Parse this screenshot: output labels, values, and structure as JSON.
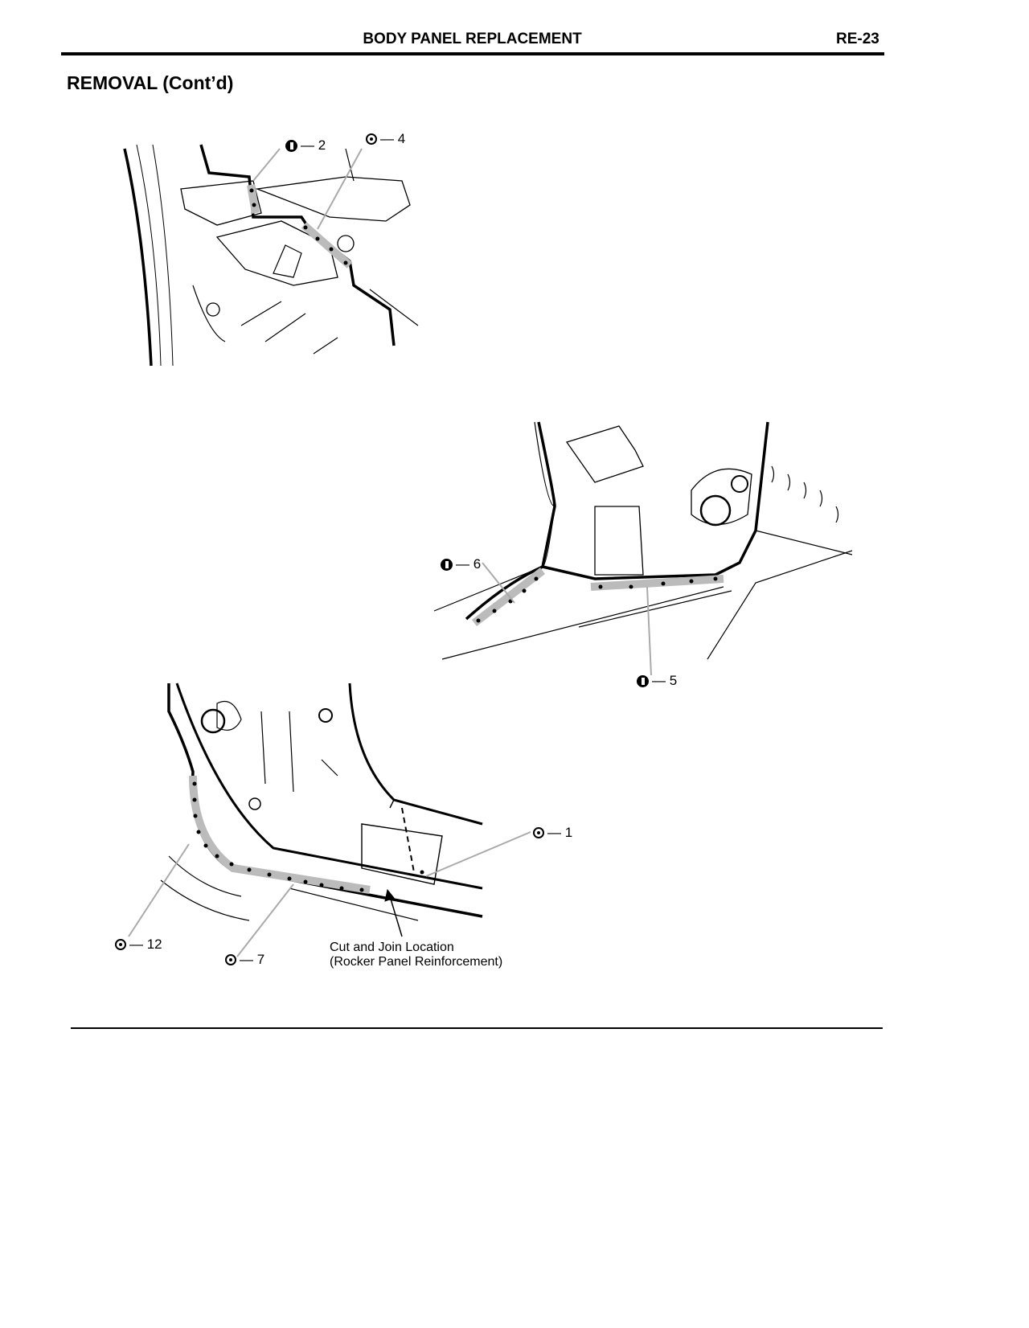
{
  "header": {
    "title": "BODY PANEL REPLACEMENT",
    "page": "RE-23"
  },
  "section": {
    "title": "REMOVAL (Cont’d)"
  },
  "figure1": {
    "labels": [
      {
        "icon": "mig-weld-icon",
        "text": "— 2"
      },
      {
        "icon": "spot-weld-icon",
        "text": "— 4"
      }
    ]
  },
  "figure2": {
    "labels": [
      {
        "icon": "mig-weld-icon",
        "text": "— 6"
      },
      {
        "icon": "mig-weld-icon",
        "text": "— 5"
      }
    ]
  },
  "figure3": {
    "labels": [
      {
        "icon": "spot-weld-icon",
        "text": "— 1"
      },
      {
        "icon": "spot-weld-icon",
        "text": "— 12"
      },
      {
        "icon": "spot-weld-icon",
        "text": "— 7"
      }
    ],
    "caption_line1": "Cut and Join Location",
    "caption_line2": "(Rocker Panel Reinforcement)"
  }
}
